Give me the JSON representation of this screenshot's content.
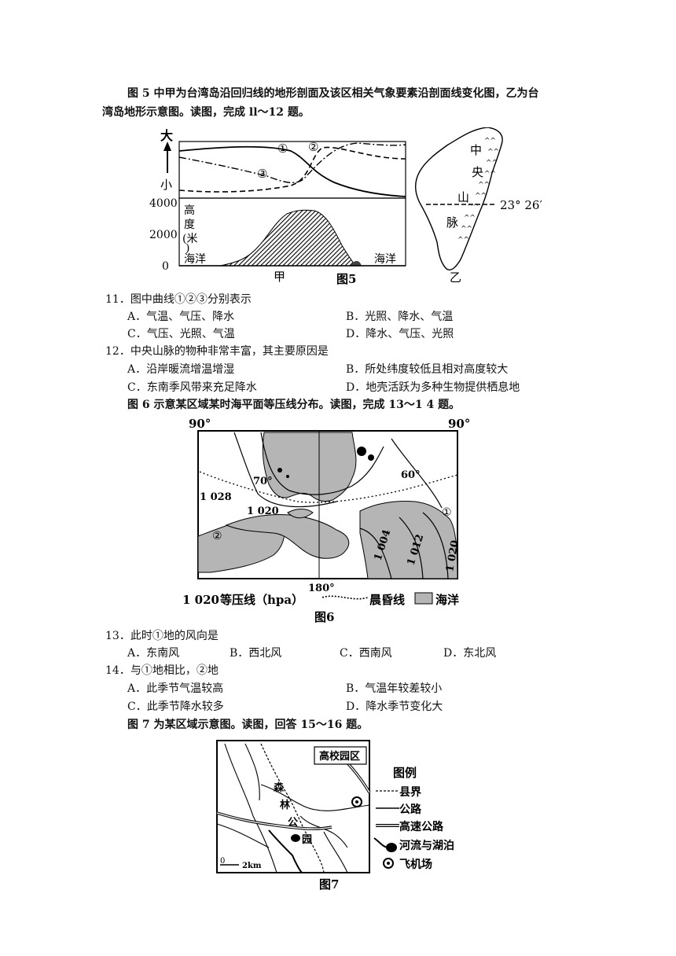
{
  "intro5_line1": "图 5 中甲为台湾岛沿回归线的地形剖面及该区相关气象要素沿剖面线变化图，乙为台",
  "intro5_line2": "湾岛地形示意图。读图，完成 ll～12 题。",
  "fig5": {
    "big": "大",
    "small": "小",
    "y4000": "4000",
    "y2000": "2000",
    "y0": "0",
    "height_label": [
      "高",
      "度",
      "(米",
      ")"
    ],
    "ocean_left": "海洋",
    "ocean_right": "海洋",
    "c1": "①",
    "c2": "②",
    "c3": "③",
    "jia": "甲",
    "caption": "图5",
    "yi": "乙",
    "mountain": [
      "中",
      "央",
      "山",
      "脉"
    ],
    "latitude": "23° 26′"
  },
  "q11": {
    "stem": "11．图中曲线①②③分别表示",
    "A": "A．气温、气压、降水",
    "B": "B．光照、降水、气温",
    "C": "C．气压、光照、气温",
    "D": "D．降水、气压、光照"
  },
  "q12": {
    "stem": "12．中央山脉的物种非常丰富，其主要原因是",
    "A": "A．沿岸暖流增温增湿",
    "B": "B．所处纬度较低且相对高度较大",
    "C": "C．东南季风带来充足降水",
    "D": "D．地壳活跃为多种生物提供栖息地"
  },
  "intro6": "图 6 示意某区域某时海平面等压线分布。读图，完成 13～1 4 题。",
  "fig6": {
    "lon_left": "90°",
    "lon_right": "90°",
    "lon_bottom": "180°",
    "lat70": "70°",
    "lat60": "60°",
    "iso1028": "1 028",
    "iso1020": "1 020",
    "iso1004": "1 004",
    "iso1012": "1 012",
    "iso1020b": "1 020",
    "p1": "①",
    "p2": "②",
    "legend_iso_value": "1 020",
    "legend_iso": "等压线（hpa）",
    "legend_term": "晨昏线",
    "legend_ocean": "海洋",
    "caption": "图6"
  },
  "q13": {
    "stem": "13．此时①地的风向是",
    "A": "A．东南风",
    "B": "B．西北风",
    "C": "C．西南风",
    "D": "D．东北风"
  },
  "q14": {
    "stem": "14．与①地相比，②地",
    "A": "A．此季节气温较高",
    "B": "B．气温年较差较小",
    "C": "C．此季节降水较多",
    "D": "D．降水季节变化大"
  },
  "intro7": "图 7 为某区域示意图。读图，回答 15～16 题。",
  "fig7": {
    "campus": "高校园区",
    "forest": [
      "森",
      "林",
      "公",
      "园"
    ],
    "scale_0": "0",
    "scale_2": "2km",
    "legend_title": "图例",
    "legend_county": "县界",
    "legend_road": "公路",
    "legend_highway": "高速公路",
    "legend_river": "河流与湖泊",
    "legend_airport": "飞机场",
    "caption": "图7"
  }
}
